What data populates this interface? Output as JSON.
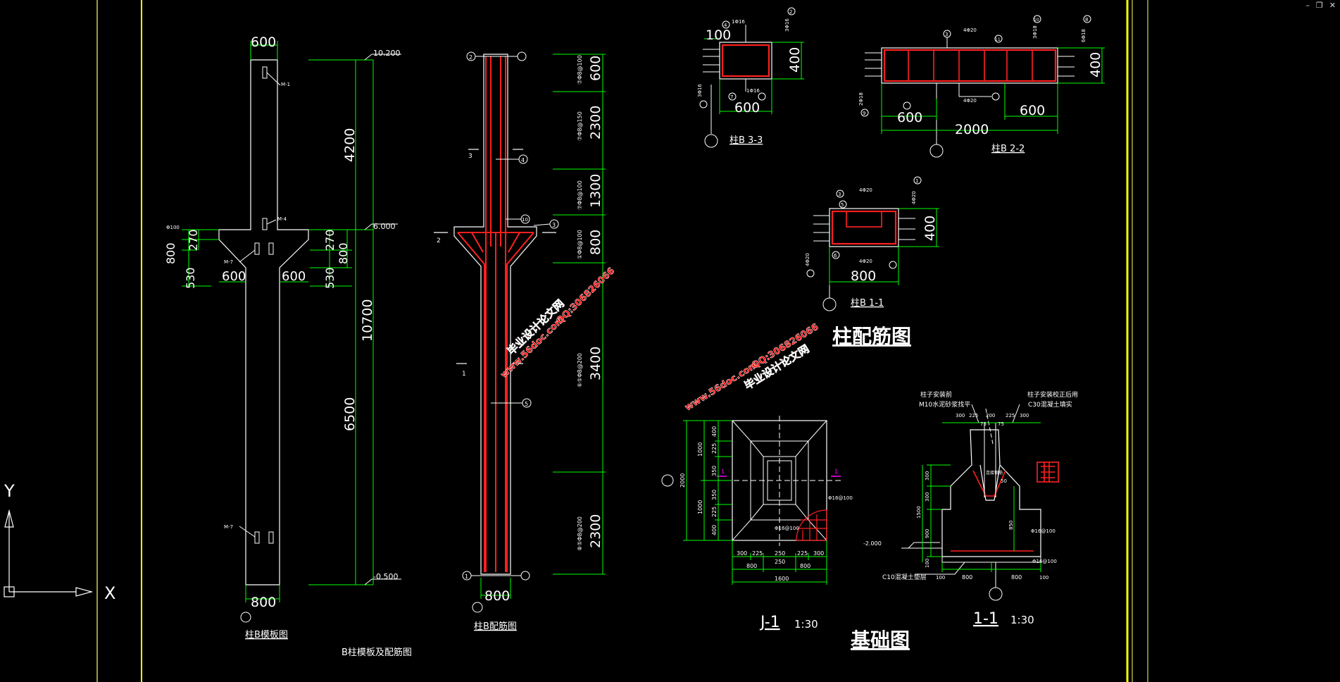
{
  "window": {
    "min_glyph": "–",
    "restore_glyph": "❐",
    "close_glyph": "✕"
  },
  "colors": {
    "bg": "#000000",
    "line": "#ffffff",
    "dim": "#00ff00",
    "rebar": "#ff2020",
    "border": "#ffff00",
    "ucs": "#ffffff",
    "mark": "#ff00ff",
    "watermark": "#ff0000"
  },
  "ucs": {
    "y_label": "Y",
    "x_label": "X"
  },
  "column_b_template": {
    "caption": "柱B模板图",
    "top_width": "600",
    "bottom_width": "800",
    "elev_top": "10.200",
    "elev_mid": "6.000",
    "elev_bottom": "-0.500",
    "dim_4200": "4200",
    "dim_10700": "10700",
    "dim_6500": "6500",
    "dim_270a": "270",
    "dim_270b": "270",
    "dim_800a": "800",
    "dim_800b": "800",
    "dim_530a": "530",
    "dim_530b": "530",
    "bracket_left": "600",
    "bracket_right": "600",
    "tag_m1": "M-1",
    "tag_m4": "M-4",
    "tag_m7a": "M-7",
    "tag_m7b": "M-7",
    "small_label": "Φ100"
  },
  "column_b_rebar": {
    "caption": "柱B配筋图",
    "bottom_width": "800",
    "seg_600": "600",
    "seg_2300a": "2300",
    "seg_1300": "1300",
    "seg_800": "800",
    "seg_3400": "3400",
    "seg_2300b": "2300",
    "spec_a": "⑦Φ8@100",
    "spec_b": "⑦Φ8@150",
    "spec_c": "⑦Φ8@100",
    "spec_d": "①Φ8@100",
    "spec_e": "⑥⑤Φ8@200",
    "spec_f": "⑧⑤Φ8@200",
    "sec_3": "3",
    "sec_2": "2",
    "sec_1": "1",
    "bubble_2": "2",
    "bubble_4": "4",
    "bubble_10": "10",
    "bubble_3": "3",
    "bubble_5": "5",
    "bubble_1": "1"
  },
  "combined_caption": "B柱模板及配筋图",
  "section_33": {
    "caption": "柱B 3-3",
    "dim_100": "100",
    "dim_400": "400",
    "dim_600": "600",
    "spec_top": "1Φ16",
    "spec_bot": "1Φ16",
    "spec_side": "3Φ16",
    "spec_right": "3Φ16",
    "b4": "4",
    "b2": "2",
    "b7": "7"
  },
  "section_22": {
    "caption": "柱B 2-2",
    "dim_600a": "600",
    "dim_2000": "2000",
    "dim_600b": "600",
    "dim_400": "400",
    "spec_a": "4Φ20",
    "spec_b": "4Φ20",
    "spec_c": "6Φ18",
    "spec_d": "3Φ18",
    "spec_e": "2Φ18",
    "b3": "3",
    "b10": "10",
    "b8": "8",
    "b11": "11",
    "b9": "9"
  },
  "section_11": {
    "caption": "柱B 1-1",
    "dim_800": "800",
    "dim_400": "400",
    "spec_a": "4Φ20",
    "spec_b": "4Φ20",
    "spec_c": "4Φ20",
    "spec_d": "4Φ20",
    "b3": "3",
    "b5": "5",
    "b6": "6",
    "b1": "1"
  },
  "title_column_rebar": "柱配筋图",
  "footing_plan": {
    "caption": "J-1",
    "scale": "1:30",
    "b_dims": [
      "300",
      "225",
      "250",
      "225",
      "300"
    ],
    "b_sub": [
      "800",
      "250",
      "800"
    ],
    "b_total": "1600",
    "l_dims": [
      "400",
      "225",
      "350",
      "350",
      "225",
      "400"
    ],
    "l_sub": [
      "1000",
      "1000"
    ],
    "l_total": "2000",
    "mesh": "Φ16@100",
    "mesh2": "Φ16@100",
    "mark": "1",
    "mark2": "1"
  },
  "footing_section": {
    "caption": "1-1",
    "scale": "1:30",
    "note_l1": "柱子安装前",
    "note_l2": "M10水泥砂浆找平",
    "note_r1": "柱子安装校正后用",
    "note_r2": "C30混凝土填实",
    "top_dims": [
      "300",
      "225",
      "75",
      "200",
      "75",
      "225",
      "300"
    ],
    "bot_dims": [
      "100",
      "800",
      "800",
      "100"
    ],
    "v_dims": [
      "300",
      "300",
      "900",
      "100"
    ],
    "total_h": "1500",
    "elev": "-2.000",
    "pad_note": "C10混凝土垫层",
    "rebar_a": "Φ16@100",
    "rebar_b": "Φ16@100",
    "inner_a": "50",
    "inner_b": "850",
    "inner_tag": "连接钢筋"
  },
  "title_foundation": "基础图",
  "watermarks": [
    "毕业设计论文网",
    "www.56doc.com",
    "QQ:306826066",
    "毕业设计论文网",
    "www.56doc.com",
    "QQ:306826066"
  ]
}
